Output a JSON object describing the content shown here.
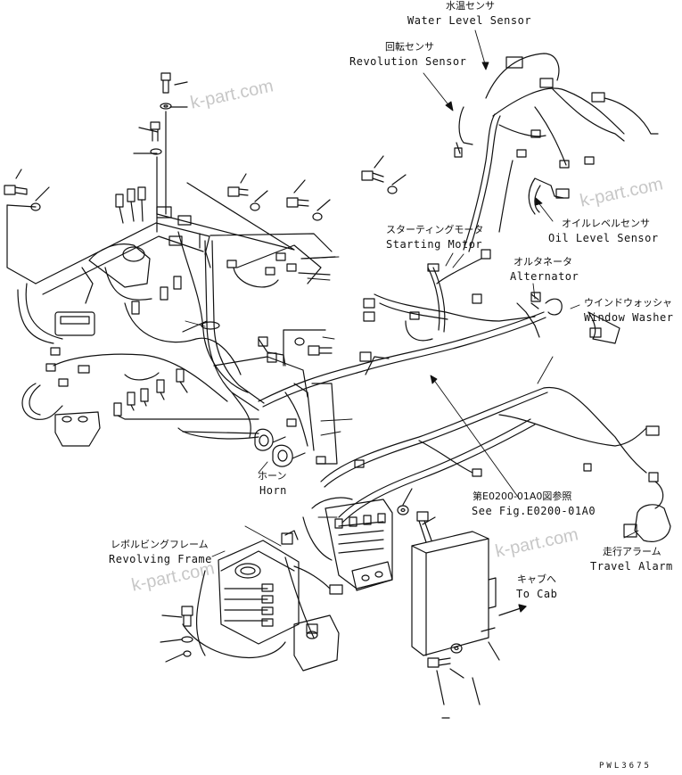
{
  "labels": {
    "water_level_jp": "水温センサ",
    "water_level_en": "Water Level Sensor",
    "revolution_jp": "回転センサ",
    "revolution_en": "Revolution Sensor",
    "oil_level_jp": "オイルレベルセンサ",
    "oil_level_en": "Oil Level Sensor",
    "starting_motor_jp": "スターティングモータ",
    "starting_motor_en": "Starting Motor",
    "alternator_jp": "オルタネータ",
    "alternator_en": "Alternator",
    "window_washer_jp": "ウインドウォッシャ",
    "window_washer_en": "Window Washer",
    "horn_jp": "ホーン",
    "horn_en": "Horn",
    "see_fig_jp": "第E0200-01A0図参照",
    "see_fig_en": "See Fig.E0200-01A0",
    "travel_alarm_jp": "走行アラーム",
    "travel_alarm_en": "Travel Alarm",
    "revolving_frame_jp": "レボルビングフレーム",
    "revolving_frame_en": "Revolving Frame",
    "to_cab_jp": "キャブへ",
    "to_cab_en": "To Cab"
  },
  "watermark": "k-part.com",
  "drawing_code": "PWL3675"
}
